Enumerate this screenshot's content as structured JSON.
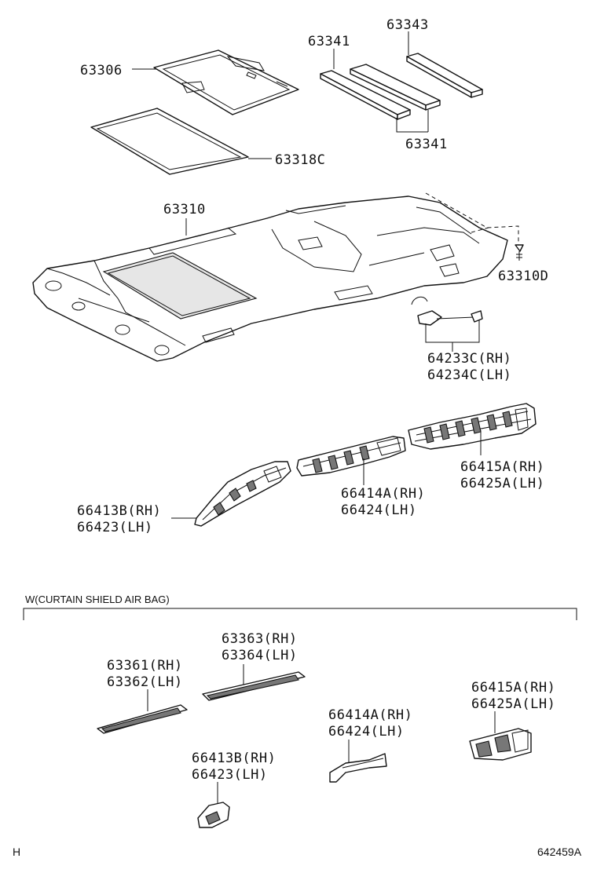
{
  "labels": {
    "p63306": "63306",
    "p63341_top": "63341",
    "p63343": "63343",
    "p63341_bottom": "63341",
    "p63318c": "63318C",
    "p63310": "63310",
    "p63310d": "63310D",
    "p64233c": "64233C(RH)",
    "p64234c": "64234C(LH)",
    "p66415a_rh": "66415A(RH)",
    "p66425a_lh": "66425A(LH)",
    "p66414a_rh": "66414A(RH)",
    "p66424_lh": "66424(LH)",
    "p66413b_rh": "66413B(RH)",
    "p66423_lh": "66423(LH)",
    "section_caption": "W(CURTAIN SHIELD AIR BAG)",
    "s63363_rh": "63363(RH)",
    "s63364_lh": "63364(LH)",
    "s63361_rh": "63361(RH)",
    "s63362_lh": "63362(LH)",
    "s66415a_rh": "66415A(RH)",
    "s66425a_lh": "66425A(LH)",
    "s66414a_rh": "66414A(RH)",
    "s66424_lh": "66424(LH)",
    "s66413b_rh": "66413B(RH)",
    "s66423_lh": "66423(LH)",
    "corner_left": "H",
    "figure_id": "642459A"
  }
}
